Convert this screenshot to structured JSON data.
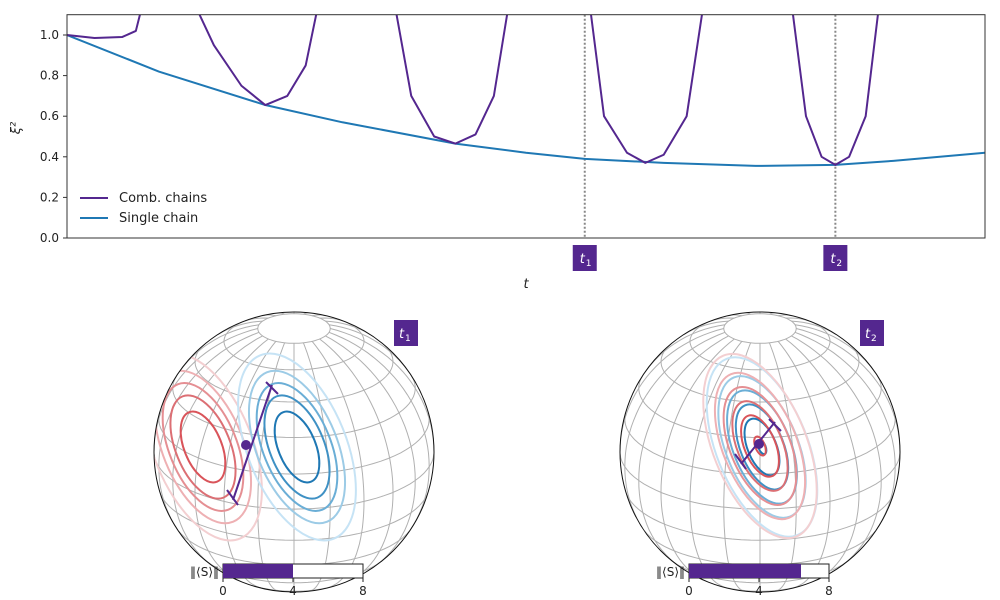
{
  "chart_data": [
    {
      "type": "line",
      "xlabel": "t",
      "ylabel": "ξ²",
      "ylim": [
        0,
        1.1
      ],
      "xlim": [
        0,
        1
      ],
      "yticks": [
        "0.0",
        "0.2",
        "0.4",
        "0.6",
        "0.8",
        "1.0"
      ],
      "ytick_values": [
        0,
        0.2,
        0.4,
        0.6,
        0.8,
        1.0
      ],
      "legend_position": "lower-left",
      "series": [
        {
          "name": "Comb. chains",
          "color": "#54278f",
          "x": [
            0,
            0.03,
            0.06,
            0.075,
            0.085,
            0.134,
            0.16,
            0.19,
            0.216,
            0.24,
            0.26,
            0.276,
            0.355,
            0.375,
            0.4,
            0.423,
            0.445,
            0.465,
            0.483,
            0.568,
            0.585,
            0.61,
            0.63,
            0.65,
            0.675,
            0.695,
            0.788,
            0.805,
            0.822,
            0.837,
            0.852,
            0.87,
            0.886
          ],
          "y": [
            1.0,
            0.985,
            0.99,
            1.02,
            1.1,
            1.1,
            0.95,
            0.75,
            0.655,
            0.7,
            0.85,
            1.1,
            1.1,
            0.7,
            0.5,
            0.465,
            0.51,
            0.7,
            1.1,
            1.1,
            0.6,
            0.42,
            0.37,
            0.41,
            0.6,
            1.1,
            1.1,
            0.6,
            0.4,
            0.36,
            0.4,
            0.6,
            1.1
          ],
          "segments": [
            [
              0,
              4
            ],
            [
              5,
              11
            ],
            [
              12,
              18
            ],
            [
              19,
              25
            ],
            [
              26,
              32
            ]
          ]
        },
        {
          "name": "Single chain",
          "color": "#1f78b4",
          "x": [
            0,
            0.1,
            0.216,
            0.3,
            0.423,
            0.5,
            0.564,
            0.65,
            0.75,
            0.837,
            0.9,
            1.0
          ],
          "y": [
            1.0,
            0.82,
            0.655,
            0.57,
            0.465,
            0.42,
            0.39,
            0.37,
            0.355,
            0.36,
            0.38,
            0.42
          ]
        }
      ],
      "markers": [
        {
          "label": "t",
          "sub": "1",
          "x": 0.564
        },
        {
          "label": "t",
          "sub": "2",
          "x": 0.837
        }
      ]
    },
    {
      "type": "bar",
      "title": "t1",
      "label": "‖⟨S⟩‖",
      "xticks": [
        "0",
        "4",
        "8"
      ],
      "xlim": [
        0,
        8
      ],
      "value": 4.0
    },
    {
      "type": "bar",
      "title": "t2",
      "label": "‖⟨S⟩‖",
      "xticks": [
        "0",
        "4",
        "8"
      ],
      "xlim": [
        0,
        8
      ],
      "value": 6.4
    }
  ],
  "colors": {
    "purple": "#54278f",
    "blue": "#1f78b4",
    "red": "#d9545a",
    "grid": "#b0b0b0"
  }
}
